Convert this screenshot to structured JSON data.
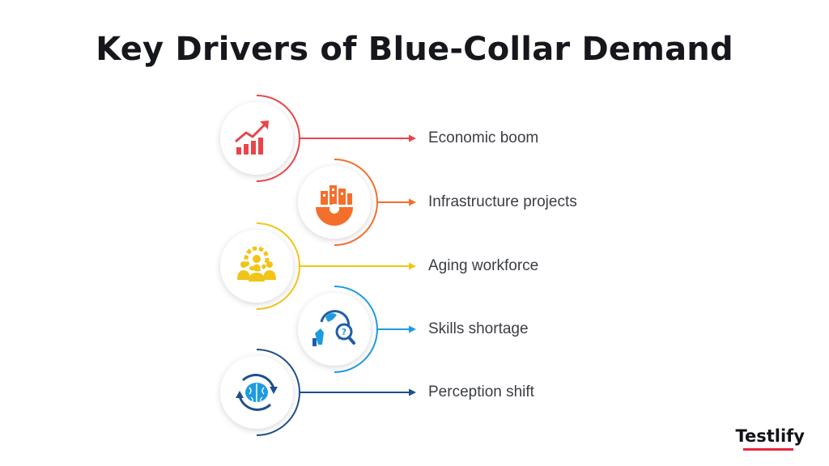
{
  "title": "Key Drivers of Blue-Collar Demand",
  "brand": "Testlify",
  "items": [
    {
      "label": "Economic boom",
      "color": "#e8454b",
      "icon": "growth-chart-icon"
    },
    {
      "label": "Infrastructure projects",
      "color": "#f36f2c",
      "icon": "city-gear-icon"
    },
    {
      "label": "Aging workforce",
      "color": "#f2c418",
      "icon": "team-gear-icon"
    },
    {
      "label": "Skills shortage",
      "color": "#1e9be0",
      "icon": "global-search-icon"
    },
    {
      "label": "Perception shift",
      "color": "#1f4f8a",
      "icon": "brain-refresh-icon"
    }
  ]
}
